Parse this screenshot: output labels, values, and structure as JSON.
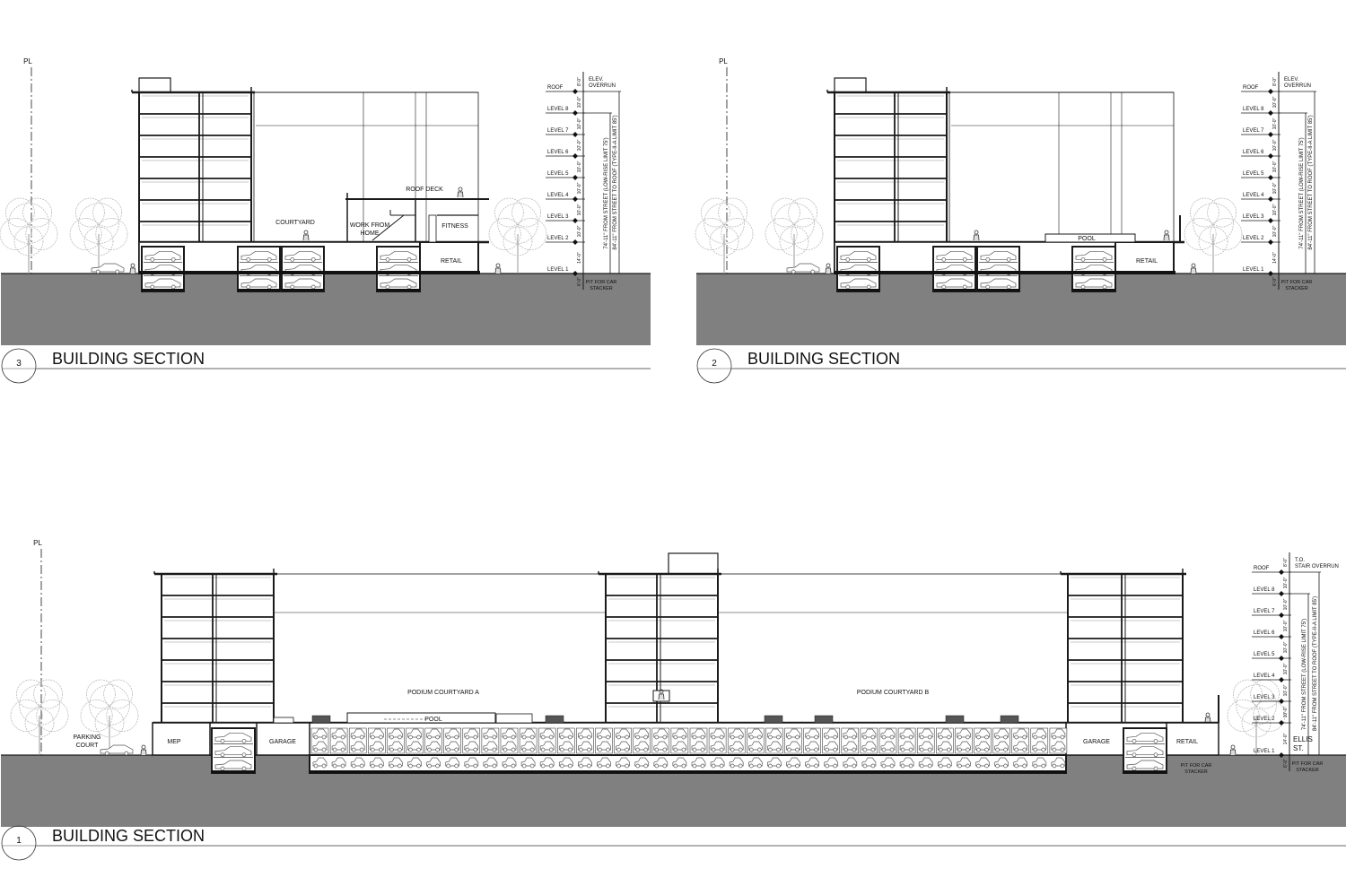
{
  "sheet": {
    "ground_color": "#808080",
    "line_color": "#1a1a1a"
  },
  "dimension_common": {
    "levels": [
      "ROOF",
      "LEVEL 8",
      "LEVEL 7",
      "LEVEL 6",
      "LEVEL 5",
      "LEVEL 4",
      "LEVEL 3",
      "LEVEL 2",
      "LEVEL 1"
    ],
    "floor_heights": [
      "10'-0\"",
      "10'-0\"",
      "10'-0\"",
      "10'-0\"",
      "10'-0\"",
      "10'-0\"",
      "10'-0\"",
      "14'-0\""
    ],
    "overrun_height": "8'-0\"",
    "pit_depth": "6'-0\"",
    "pit_note": [
      "PIT FOR CAR",
      "STACKER"
    ],
    "low_rise_note": "74'-11\" FROM STREET (LOW-RISE LIMIT 75')",
    "type_limit_note": "84'-11\" FROM STREET TO ROOF (TYPE-II-A LIMIT 85')"
  },
  "sections": {
    "s3": {
      "number": "3",
      "title": "BUILDING SECTION",
      "property_line": "PL",
      "overrun_note": [
        "ELEV.",
        "OVERRUN"
      ],
      "rooms": [
        "COURTYARD",
        "WORK FROM",
        "HOME",
        "ROOF DECK",
        "FITNESS",
        "RETAIL"
      ]
    },
    "s2": {
      "number": "2",
      "title": "BUILDING SECTION",
      "property_line": "PL",
      "overrun_note": [
        "ELEV.",
        "OVERRUN"
      ],
      "rooms": [
        "POOL",
        "RETAIL"
      ]
    },
    "s1": {
      "number": "1",
      "title": "BUILDING SECTION",
      "property_line": "PL",
      "overrun_note": [
        "T.O.",
        "STAIR OVERRUN"
      ],
      "street_label": [
        "ELLIS",
        "ST."
      ],
      "rooms": [
        "MEP",
        "GARAGE",
        "PODIUM COURTYARD A",
        "POOL",
        "PODIUM COURTYARD B",
        "GARAGE",
        "RETAIL",
        "PARKING",
        "COURT"
      ],
      "stacker_pit_note": [
        "PIT FOR CAR",
        "STACKER"
      ]
    }
  }
}
